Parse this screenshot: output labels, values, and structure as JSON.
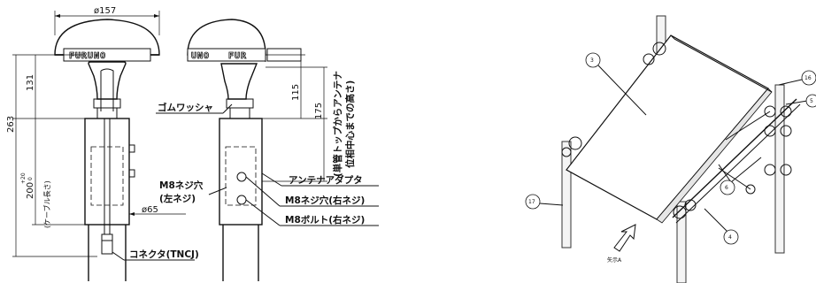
{
  "left_drawing": {
    "dimensions": {
      "top_width": "ø157",
      "dome_height": "131",
      "total_height": "263",
      "pipe_length": "200",
      "pipe_tol_upper": "+20",
      "pipe_tol_lower": "0",
      "cable_length_label": "(ケーブル長さ)",
      "pipe_diameter": "ø65",
      "height_to_center": "115",
      "height_to_top": "175"
    },
    "brand_front": "FURUNO",
    "brand_side_a": "UNO",
    "brand_side_b": "FUR",
    "callouts": {
      "rubber_washer": "ゴムワッシャ",
      "m8_hole_left": "M8ネジ穴",
      "m8_hole_left_sub": "(左ネジ)",
      "antenna_adapter": "アンテナアダプタ",
      "m8_hole_right": "M8ネジ穴(右ネジ)",
      "m8_bolt_right": "M8ボルト(右ネジ)",
      "connector": "コネクタ(TNCJ)",
      "vertical_note_1": "(単管トップからアンテナ",
      "vertical_note_2": "位相中心までの高さ)"
    }
  },
  "right_drawing": {
    "balloons": [
      "3",
      "16",
      "5",
      "17",
      "6",
      "4"
    ],
    "arrow_label": "矢示A"
  }
}
